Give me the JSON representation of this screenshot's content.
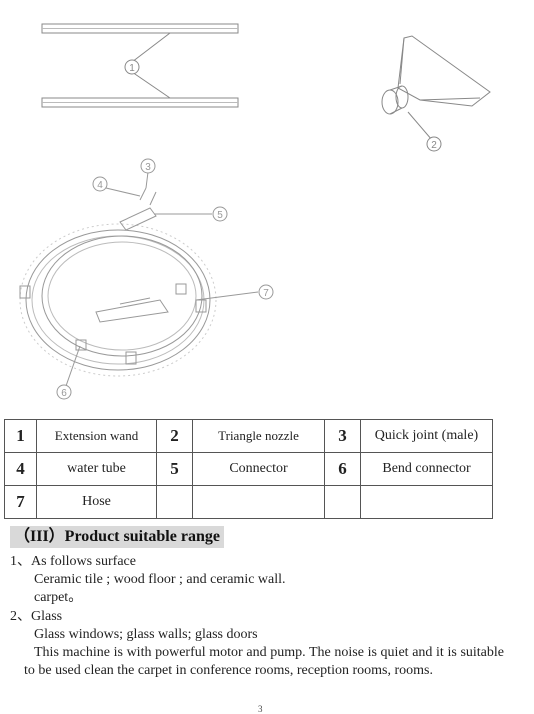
{
  "figure": {
    "callouts": [
      "1",
      "2",
      "3",
      "4",
      "5",
      "6",
      "7"
    ]
  },
  "parts_table": {
    "rows": [
      [
        {
          "num": "1",
          "name": "Extension wand"
        },
        {
          "num": "2",
          "name": "Triangle nozzle"
        },
        {
          "num": "3",
          "name": "Quick joint (male)"
        }
      ],
      [
        {
          "num": "4",
          "name": "water tube"
        },
        {
          "num": "5",
          "name": "Connector"
        },
        {
          "num": "6",
          "name": "Bend connector"
        }
      ],
      [
        {
          "num": "7",
          "name": "Hose"
        },
        {
          "num": "",
          "name": ""
        },
        {
          "num": "",
          "name": ""
        }
      ]
    ]
  },
  "section": {
    "heading": "（III）Product suitable range",
    "items": [
      {
        "label": "1、As follows surface",
        "lines": [
          "Ceramic tile ; wood floor ; and ceramic wall.",
          "carpet。"
        ]
      },
      {
        "label": "2、Glass",
        "lines": [
          "Glass windows; glass walls; glass doors"
        ]
      }
    ],
    "paragraph": "This machine is with powerful motor and pump. The noise is quiet and it is suitable to be used clean the carpet in conference rooms, reception rooms, rooms."
  },
  "page_number": "3"
}
